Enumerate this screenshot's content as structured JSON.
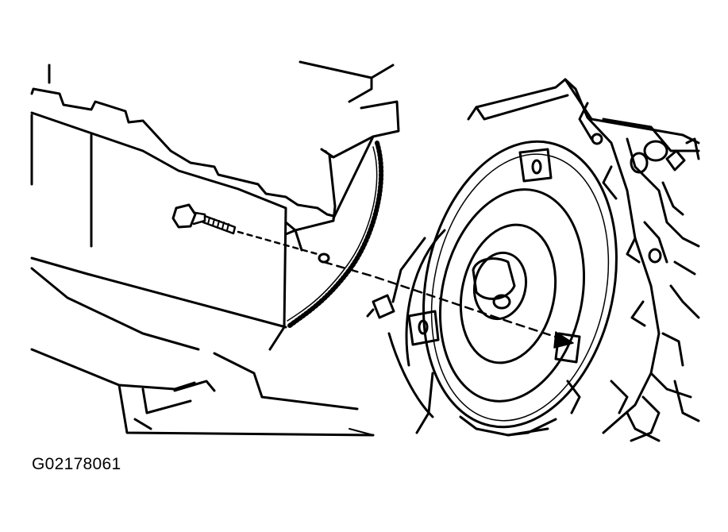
{
  "figure": {
    "id_label": "G02178061",
    "parts": {
      "engine_block": "engine-block",
      "flywheel_ring_gear": "flywheel-ring-gear",
      "bolt": "bolt",
      "torque_converter": "torque-converter",
      "transmission_case": "transmission-case",
      "alignment_arrow": "alignment-arrow"
    }
  },
  "colors": {
    "ink": "#000000",
    "paper": "#ffffff"
  }
}
